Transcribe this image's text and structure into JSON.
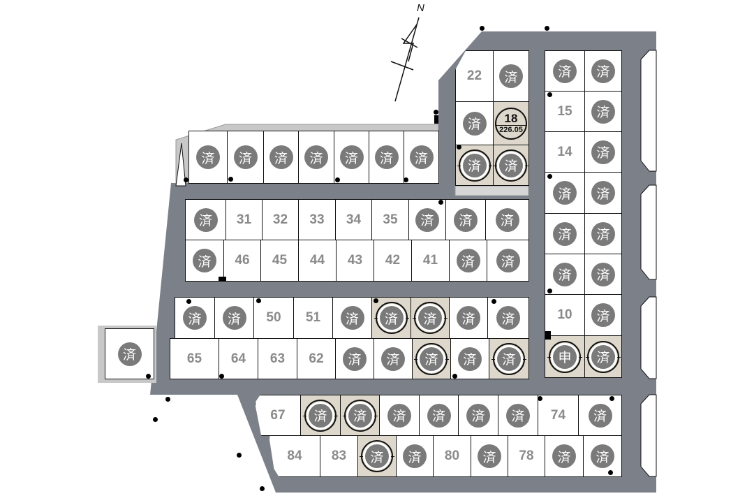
{
  "north_label": "N",
  "colors": {
    "road": "#7b8089",
    "highlight": "#ddd8cb",
    "sold_badge": "#7a7a7a",
    "lot_number": "#8a8a8a"
  },
  "rows": [
    [
      {
        "t": "済"
      },
      {
        "t": "済"
      },
      {
        "t": "済"
      },
      {
        "t": "済"
      },
      {
        "t": "済"
      },
      {
        "t": "済"
      },
      {
        "t": "済"
      }
    ],
    [
      {
        "t": "済"
      },
      {
        "t": "31"
      },
      {
        "t": "32"
      },
      {
        "t": "33"
      },
      {
        "t": "34"
      },
      {
        "t": "35"
      },
      {
        "t": "済"
      },
      {
        "t": "済"
      },
      {
        "t": "済"
      }
    ],
    [
      {
        "t": "済"
      },
      {
        "t": "46"
      },
      {
        "t": "45"
      },
      {
        "t": "44"
      },
      {
        "t": "43"
      },
      {
        "t": "42"
      },
      {
        "t": "41"
      },
      {
        "t": "済"
      },
      {
        "t": "済"
      }
    ],
    [
      {
        "t": "済"
      },
      {
        "t": "済"
      },
      {
        "t": "50"
      },
      {
        "t": "51"
      },
      {
        "t": "済"
      },
      {
        "t": "済",
        "h": true
      },
      {
        "t": "済",
        "h": true
      },
      {
        "t": "済"
      },
      {
        "t": "済"
      }
    ],
    [
      {
        "t": "65"
      },
      {
        "t": "64"
      },
      {
        "t": "63"
      },
      {
        "t": "62"
      },
      {
        "t": "済"
      },
      {
        "t": "済"
      },
      {
        "t": "済",
        "h": true
      },
      {
        "t": "済"
      },
      {
        "t": "済",
        "h": true
      }
    ],
    [
      {
        "t": "67"
      },
      {
        "t": "済",
        "h": true
      },
      {
        "t": "済",
        "h": true
      },
      {
        "t": "済"
      },
      {
        "t": "済"
      },
      {
        "t": "済"
      },
      {
        "t": "済"
      },
      {
        "t": "74"
      },
      {
        "t": "済"
      }
    ],
    [
      {
        "t": "84"
      },
      {
        "t": "83"
      },
      {
        "t": "済",
        "h": true
      },
      {
        "t": "済"
      },
      {
        "t": "80"
      },
      {
        "t": "済"
      },
      {
        "t": "78"
      },
      {
        "t": "済"
      },
      {
        "t": "済"
      }
    ],
    [
      {
        "t": "済"
      },
      {
        "t": "済"
      }
    ],
    [
      {
        "t": "15"
      },
      {
        "t": "済"
      }
    ],
    [
      {
        "t": "14"
      },
      {
        "t": "済"
      }
    ],
    [
      {
        "t": "済"
      },
      {
        "t": "済"
      }
    ],
    [
      {
        "t": "済"
      },
      {
        "t": "済"
      }
    ],
    [
      {
        "t": "済"
      },
      {
        "t": "済"
      }
    ],
    [
      {
        "t": "10"
      },
      {
        "t": "済"
      }
    ],
    [
      {
        "t": "申",
        "h": true
      },
      {
        "t": "済",
        "h": true
      }
    ],
    [
      {
        "t": "22"
      },
      {
        "t": "済"
      }
    ],
    [
      {
        "t": "済"
      },
      {
        "t": "18",
        "area": "226.05",
        "h": true
      }
    ],
    [
      {
        "t": "済",
        "h": true
      },
      {
        "t": "済",
        "h": true
      }
    ],
    [
      {
        "t": "済"
      }
    ]
  ]
}
